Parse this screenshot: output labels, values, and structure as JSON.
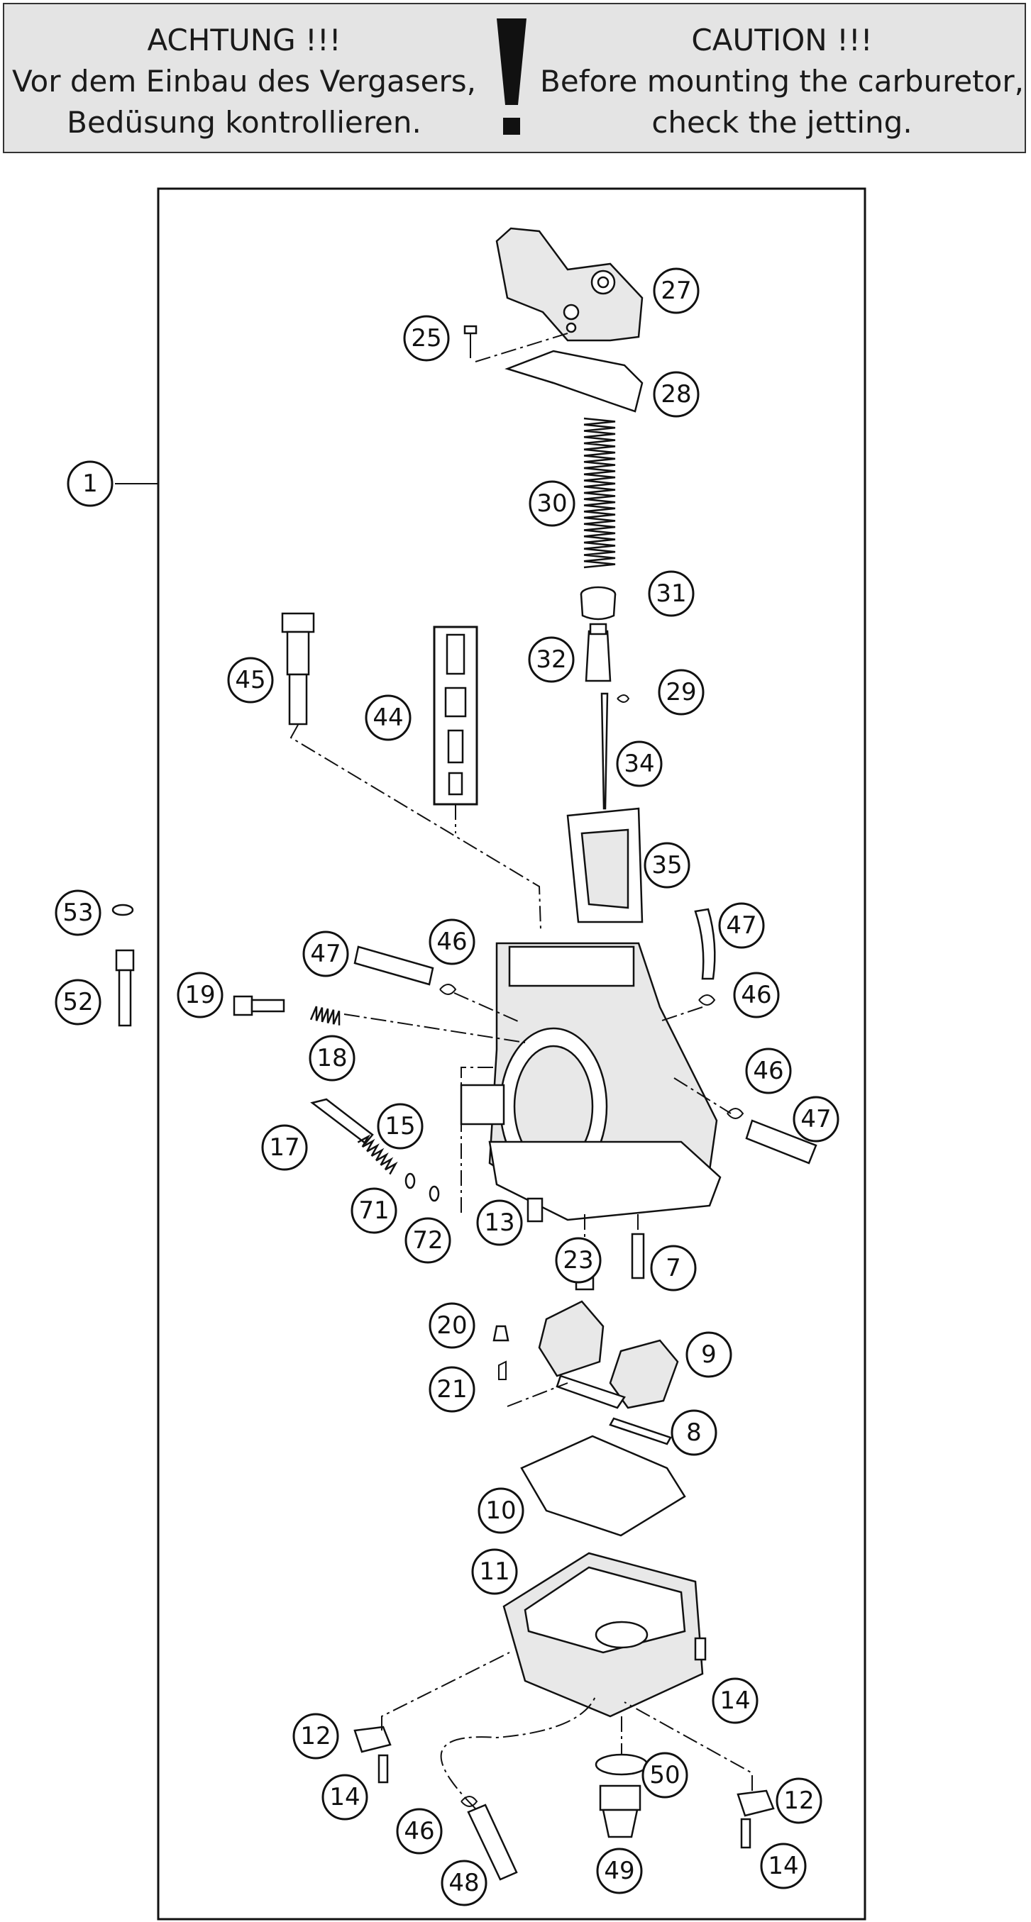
{
  "warning": {
    "de_title": "ACHTUNG !!!",
    "de_line1": "Vor dem Einbau des Vergasers,",
    "de_line2": "Bedüsung kontrollieren.",
    "en_title": "CAUTION !!!",
    "en_line1": "Before mounting the carburetor,",
    "en_line2": "check the jetting."
  },
  "callouts": {
    "n1": "1",
    "n7": "7",
    "n8": "8",
    "n9": "9",
    "n10": "10",
    "n11": "11",
    "n12": "12",
    "n13": "13",
    "n14": "14",
    "n15": "15",
    "n17": "17",
    "n18": "18",
    "n19": "19",
    "n20": "20",
    "n21": "21",
    "n23": "23",
    "n25": "25",
    "n27": "27",
    "n28": "28",
    "n29": "29",
    "n30": "30",
    "n31": "31",
    "n32": "32",
    "n34": "34",
    "n35": "35",
    "n44": "44",
    "n45": "45",
    "n46": "46",
    "n47": "47",
    "n48": "48",
    "n49": "49",
    "n50": "50",
    "n52": "52",
    "n53": "53",
    "n71": "71",
    "n72": "72"
  }
}
